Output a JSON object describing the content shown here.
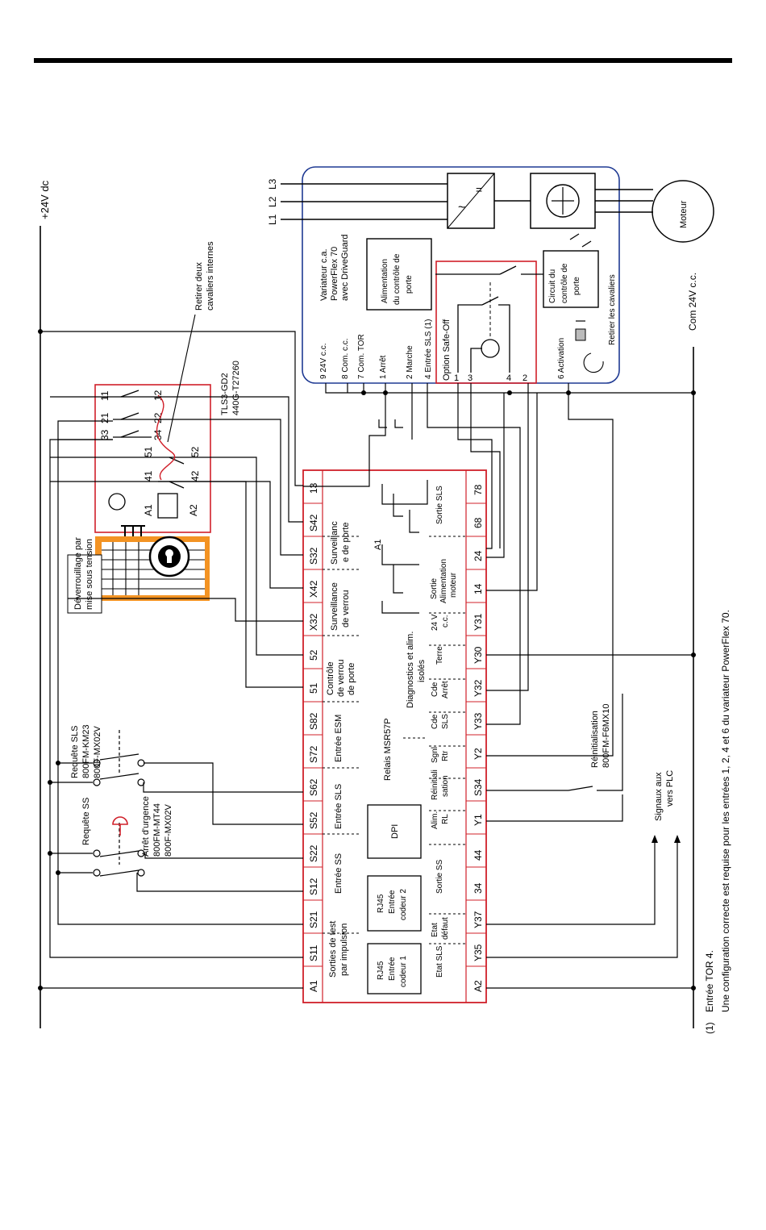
{
  "power": {
    "supply": "+24V dc",
    "com": "Com 24V c.c."
  },
  "mains": [
    "L1",
    "L2",
    "L3"
  ],
  "motor": "Moteur",
  "drive": {
    "title": [
      "Variateur c.a.",
      "PowerFlex 70",
      "avec DriveGuard"
    ],
    "door_supply": [
      "Alimentation",
      "du contrôle de",
      "porte"
    ],
    "door_circuit": [
      "Circuit du",
      "contrôle de",
      "porte"
    ],
    "remove_jumpers": "Retirer les cavaliers",
    "safe_off": "Option Safe-Off",
    "terminals": [
      "9  24V c.c.",
      "8  Com. c.c.",
      "7  Com. TOR",
      "1  Arrêt",
      "2  Marche",
      "4  Entrée SLS (1)"
    ],
    "safe_off_pins": [
      "1",
      "3",
      "4",
      "2"
    ],
    "activation": "6  Activation"
  },
  "switch": {
    "model": [
      "TLS3-GD2",
      "440G-T27260"
    ],
    "remove_two": [
      "Retirer deux",
      "cavaliers internes"
    ],
    "contacts": [
      "11",
      "21",
      "33",
      "12",
      "22",
      "34",
      "51",
      "52",
      "41",
      "42",
      "A1",
      "A2"
    ],
    "unlock": [
      "Déverrouillage par",
      "mise sous tension"
    ]
  },
  "relay": {
    "name": "Relais MSR57P",
    "diag": [
      "Diagnostics et alim.",
      "isolés"
    ],
    "dpi": "DPI",
    "rj45_1": [
      "RJ45",
      "Entrée",
      "codeur 1"
    ],
    "rj45_2": [
      "RJ45",
      "Entrée",
      "codeur 2"
    ],
    "top_terminals": [
      "A1",
      "S11",
      "S21",
      "S12",
      "S22",
      "S52",
      "S62",
      "S72",
      "S82",
      "51",
      "52",
      "X32",
      "X42",
      "S32",
      "S42",
      "13"
    ],
    "bottom_terminals": [
      "A2",
      "Y35",
      "Y37",
      "34",
      "44",
      "Y1",
      "S34",
      "Y2",
      "Y33",
      "Y32",
      "Y30",
      "Y31",
      "14",
      "24",
      "68",
      "78"
    ],
    "top_groups": [
      [
        "Sorties de test",
        "par impulsion"
      ],
      [
        "Entrée SS"
      ],
      [
        "Entrée SLS"
      ],
      [
        "Entrée ESM"
      ],
      [
        "Contrôle",
        "de verrou",
        "de porte"
      ],
      [
        "Surveillance",
        "de verrou"
      ],
      [
        "Surveillanc",
        "e de porte"
      ]
    ],
    "bottom_groups": [
      [
        "Etat SLS"
      ],
      [
        "Etat",
        "défaut"
      ],
      [
        "Sortie SS"
      ],
      [
        "Alim.",
        "RL"
      ],
      [
        "Réinitiali",
        "sation"
      ],
      [
        "Sgnl",
        "Rtr"
      ],
      [
        "Cde",
        "SLS"
      ],
      [
        "Cde",
        "Arrêt"
      ],
      [
        "Terre"
      ],
      [
        "24 V",
        "c.c."
      ],
      [
        "Sortie",
        "Alimentation",
        "moteur"
      ],
      [
        "Sortie SLS"
      ]
    ],
    "a1_label": "A1"
  },
  "devices": {
    "sls_request": [
      "Requête SLS",
      "800FM-KM23",
      "800F-MX02V"
    ],
    "ss_request": "Requête SS",
    "estop": [
      "Arrêt d'urgence",
      "800FM-MT44",
      "800F-MX02V"
    ],
    "reset": [
      "Réinitialisation",
      "800FM-F6MX10"
    ],
    "plc": [
      "Signaux aux",
      "vers PLC"
    ]
  },
  "footnote": {
    "marker": "(1)",
    "line1": "Entrée TOR 4.",
    "line2": "Une configuration correcte est requise pour les entrées 1, 2, 4 et 6 du variateur PowerFlex 70."
  },
  "colors": {
    "line": "#000000",
    "accent_red": "#d0202a",
    "drive_blue": "#1f3a93",
    "lock_orange": "#f39323"
  }
}
